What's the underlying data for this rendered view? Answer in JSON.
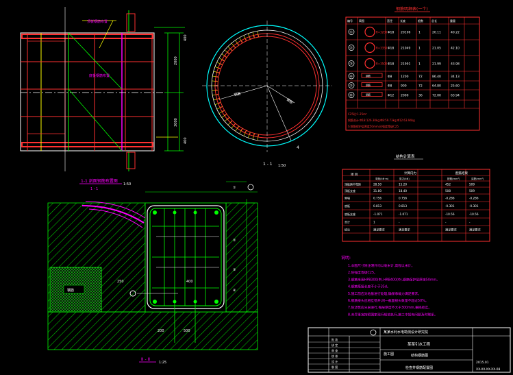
{
  "drawing": {
    "elevation_note": "1-1 剖面钢筋布置图",
    "elevation_scale": "1:50",
    "elevation_dims": [
      "2000",
      "3000",
      "400",
      "400"
    ],
    "elevation_inner_label_1": "顶板钢筋布置",
    "elevation_inner_label_2": "底板钢筋布置",
    "elevation_side_label": "1 - 1",
    "plan_label": "1 - 1",
    "plan_scale": "1:50",
    "plan_leader": "钢筋",
    "section_label": "II - II",
    "section_scale": "1:25",
    "section_block_text": "钢筋",
    "section_tags": [
      "①",
      "②",
      "③",
      "④"
    ],
    "section_side_labels": [
      "250",
      "400",
      "500",
      "200"
    ],
    "table1_title": "钢筋明细表(一个)",
    "table1_headers": [
      "编号",
      "简图",
      "直径",
      "长度",
      "根数",
      "总长",
      "重量"
    ],
    "table1_rows": [
      [
        "①",
        "R=3200",
        "Φ18",
        "20106",
        "1",
        "20.11",
        "40.22"
      ],
      [
        "②",
        "R=3350",
        "Φ18",
        "21049",
        "1",
        "21.05",
        "42.10"
      ],
      [
        "③",
        "R=3500",
        "Φ18",
        "21991",
        "1",
        "21.99",
        "43.98"
      ],
      [
        "④",
        "钢筋",
        "Φ8",
        "1200",
        "72",
        "86.40",
        "34.13"
      ],
      [
        "⑤",
        "钢筋",
        "Φ8",
        "900",
        "72",
        "64.80",
        "25.60"
      ],
      [
        "⑥",
        "钢筋",
        "Φ12",
        "2000",
        "36",
        "72.00",
        "63.94"
      ]
    ],
    "table1_notes": [
      "C25砼:1.25m³",
      "钢筋合计:Φ18:126.30kg;Φ8:59.73kg;Φ12:63.94kg",
      "S:钢筋保护层厚度50mm,砼强度等级C25"
    ],
    "table2_title": "结构计算表",
    "table2_group_headers": [
      "项 目",
      "计算内力",
      "配筋结果"
    ],
    "table2_subheaders": [
      "弯矩(kN·m)",
      "剪力(kN)",
      "配筋(mm²)",
      "实配(mm²)"
    ],
    "table2_rows": [
      [
        "顶板跨中弯矩",
        "28.50",
        "15.20",
        "452",
        "509"
      ],
      [
        "顶板支座",
        "31.80",
        "18.40",
        "508",
        "509"
      ],
      [
        "侧墙",
        "0.756",
        "0.756",
        "-0.286",
        "-0.286"
      ],
      [
        "底板",
        "0.813",
        "0.813",
        "-0.301",
        "-0.301"
      ],
      [
        "底板支座",
        "-1.071",
        "-1.071",
        "-10.56",
        "-10.56"
      ],
      [
        "合计",
        "1",
        "-",
        "-",
        "-"
      ],
      [
        "结论",
        "满足要求",
        "满足要求",
        "满足要求",
        "满足要求"
      ]
    ],
    "notes_title": "说明:",
    "notes": [
      "1.本图尺寸除注明外均以毫米计,高程以米计。",
      "2.砼强度等级C25。",
      "3.钢筋采用HPB300(Φ),HRB400(Φ),钢筋保护层厚度50mm。",
      "4.钢筋搭接长度不小于35d。",
      "5.施工前应对地基进行处理,确保承载力满足要求。",
      "6.钢筋接头应相互错开,同一截面接头数量不超过50%。",
      "7.砼浇筑应分层进行,每层厚度不大于300mm,振捣密实。",
      "8.未尽事宜按照国家现行规范执行,施工中如有问题及时联系。"
    ],
    "titleblock": {
      "company": "某某水利水电勘测设计研究院",
      "project": "某某引水工程",
      "drawing_name": "结构钢筋图",
      "sub_name": "检查井钢筋配置图",
      "stage": "施工图",
      "date": "2015.01",
      "drawing_no": "XX-XX-XX-XX-08",
      "roles": [
        "批 准",
        "核 定",
        "审 查",
        "校 核",
        "设 计",
        "制 图"
      ]
    }
  }
}
